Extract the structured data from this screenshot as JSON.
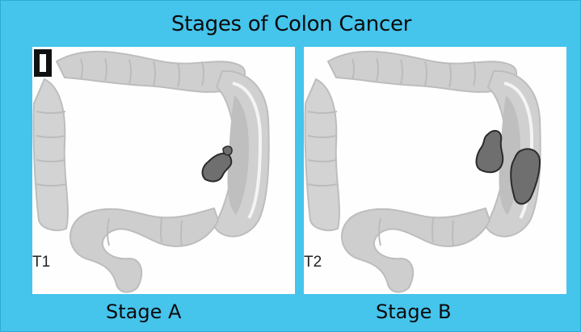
{
  "title": "Stages of Colon Cancer",
  "panels": [
    {
      "caption": "Stage A",
      "stage_code": "T1",
      "roman_marker": "I"
    },
    {
      "caption": "Stage B",
      "stage_code": "T2"
    }
  ],
  "colors": {
    "background": "#45c4ec",
    "colon": "#d0d0d0",
    "tumor": "#6f6f6f"
  }
}
